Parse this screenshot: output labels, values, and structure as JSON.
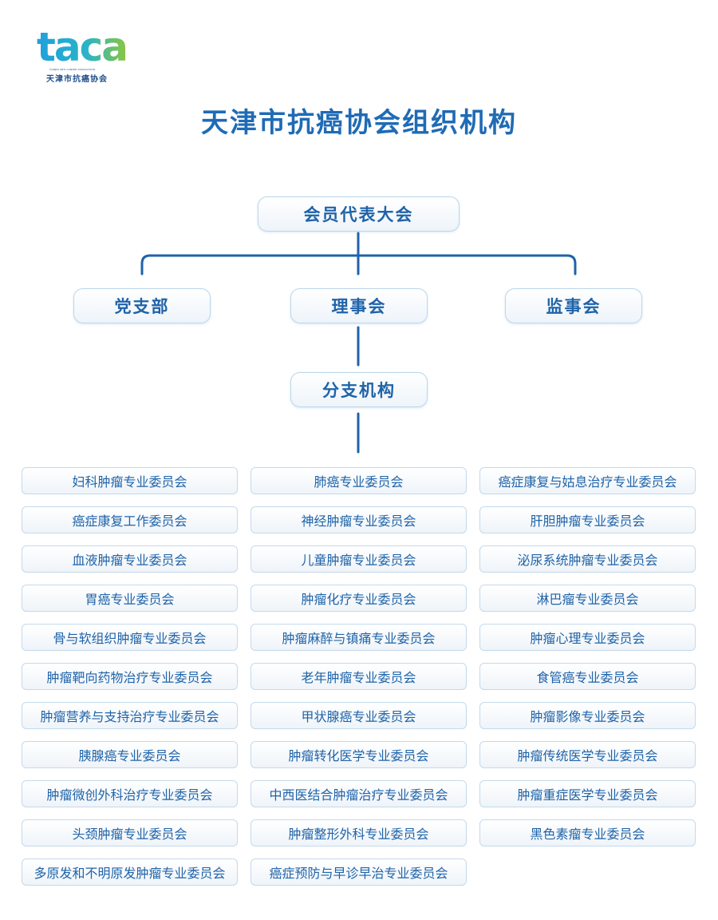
{
  "logo": {
    "mark_text": "taca",
    "english": "TIANJIN ANTI-CANCER ASSOCIATION",
    "chinese": "天津市抗癌协会"
  },
  "title": "天津市抗癌协会组织机构",
  "nodes": {
    "congress": "会员代表大会",
    "party_branch": "党支部",
    "council": "理事会",
    "supervisory": "监事会",
    "branches": "分支机构"
  },
  "colors": {
    "primary": "#1f63a8",
    "border": "#c4d9ec",
    "logo_blue": "#1f9fd8",
    "logo_green": "#7ac943"
  },
  "branch_units": {
    "column1": [
      "妇科肿瘤专业委员会",
      "癌症康复工作委员会",
      "血液肿瘤专业委员会",
      "胃癌专业委员会",
      "骨与软组织肿瘤专业委员会",
      "肿瘤靶向药物治疗专业委员会",
      "肿瘤营养与支持治疗专业委员会",
      "胰腺癌专业委员会",
      "肿瘤微创外科治疗专业委员会",
      "头颈肿瘤专业委员会",
      "多原发和不明原发肿瘤专业委员会"
    ],
    "column2": [
      "肺癌专业委员会",
      "神经肿瘤专业委员会",
      "儿童肿瘤专业委员会",
      "肿瘤化疗专业委员会",
      "肿瘤麻醉与镇痛专业委员会",
      "老年肿瘤专业委员会",
      "甲状腺癌专业委员会",
      "肿瘤转化医学专业委员会",
      "中西医结合肿瘤治疗专业委员会",
      "肿瘤整形外科专业委员会",
      "癌症预防与早诊早治专业委员会"
    ],
    "column3": [
      "癌症康复与姑息治疗专业委员会",
      "肝胆肿瘤专业委员会",
      "泌尿系统肿瘤专业委员会",
      "淋巴瘤专业委员会",
      "肿瘤心理专业委员会",
      "食管癌专业委员会",
      "肿瘤影像专业委员会",
      "肿瘤传统医学专业委员会",
      "肿瘤重症医学专业委员会",
      "黑色素瘤专业委员会"
    ]
  }
}
